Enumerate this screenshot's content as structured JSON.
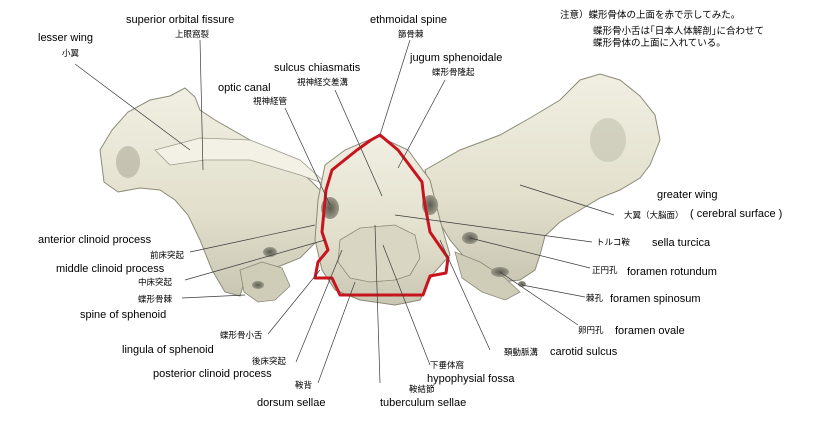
{
  "note": {
    "line1": "注意）蝶形骨体の上面を赤で示してみた。",
    "line2": "蝶形骨小舌は｢日本人体解剖｣に合わせて",
    "line3": "蝶形骨体の上面に入れている。"
  },
  "colors": {
    "highlight_outline": "#c8141e",
    "bone_fill": "#e6e3d2",
    "bone_shadow": "#9c9a8a",
    "leader_line": "#3a3a3a"
  },
  "labels": {
    "superior_orbital_fissure": {
      "en": "superior orbital fissure",
      "jp": "上眼窩裂"
    },
    "lesser_wing": {
      "en": "lesser wing",
      "jp": "小翼"
    },
    "ethmoidal_spine": {
      "en": "ethmoidal spine",
      "jp": "篩骨棘"
    },
    "jugum_sphenoidale": {
      "en": "jugum sphenoidale",
      "jp": "蝶形骨隆起"
    },
    "sulcus_chiasmatis": {
      "en": "sulcus chiasmatis",
      "jp": "視神経交差溝"
    },
    "optic_canal": {
      "en": "optic canal",
      "jp": "視神経管"
    },
    "greater_wing": {
      "en": "greater wing",
      "jp": "大翼（大脳面）",
      "extra": "( cerebral surface )"
    },
    "sella_turcica": {
      "en": "sella turcica",
      "jp": "トルコ鞍"
    },
    "foramen_rotundum": {
      "en": "foramen rotundum",
      "jp": "正円孔"
    },
    "foramen_spinosum": {
      "en": "foramen spinosum",
      "jp": "棘孔"
    },
    "foramen_ovale": {
      "en": "foramen ovale",
      "jp": "卵円孔"
    },
    "carotid_sulcus": {
      "en": "carotid sulcus",
      "jp": "頚動脈溝"
    },
    "hypophysial_fossa": {
      "en": "hypophysial fossa",
      "jp": "下垂体窩"
    },
    "tuberculum_sellae": {
      "en": "tuberculum sellae",
      "jp": "鞍結節"
    },
    "dorsum_sellae": {
      "en": "dorsum sellae",
      "jp": "鞍背"
    },
    "posterior_clinoid_process": {
      "en": "posterior clinoid process",
      "jp": "後床突起"
    },
    "lingula_of_sphenoid": {
      "en": "lingula of sphenoid",
      "jp": "蝶形骨小舌"
    },
    "spine_of_sphenoid": {
      "en": "spine of sphenoid",
      "jp": "蝶形骨棘"
    },
    "middle_clinoid_process": {
      "en": "middle clinoid process",
      "jp": "中床突起"
    },
    "anterior_clinoid_process": {
      "en": "anterior clinoid process",
      "jp": "前床突起"
    }
  }
}
